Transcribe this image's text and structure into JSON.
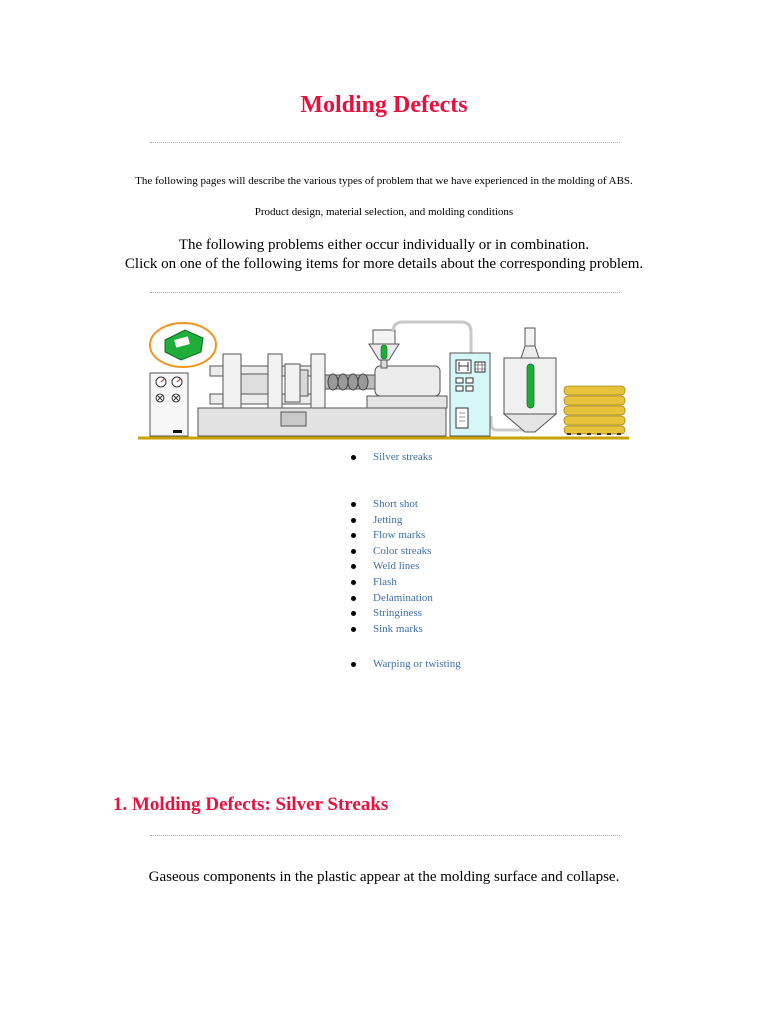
{
  "page": {
    "title": "Molding Defects",
    "intro": "The following pages will describe the various types of problem that we have experienced in the molding of ABS.",
    "subtitle": "Product design, material selection, and molding conditions",
    "lead_1": "The following problems either occur individually or in combination.",
    "lead_2": "Click on one of the following items for more details about the corresponding problem."
  },
  "colors": {
    "heading": "#e8103e",
    "link": "#3d6fa8",
    "machine_green": "#1fae3a",
    "machine_yellow": "#e7c23a"
  },
  "illustration": {
    "subject": "injection-molding-machine",
    "icons": [
      "molded-part-icon",
      "control-panel-icon",
      "mold-clamp-icon",
      "screw-barrel-icon",
      "hopper-icon",
      "control-cabinet-icon",
      "dryer-icon",
      "material-bags-icon"
    ]
  },
  "defects": {
    "group1": [
      "Silver streaks"
    ],
    "group2": [
      "Short shot",
      "Jetting",
      "Flow marks",
      "Color streaks",
      "Weld lines",
      "Flash",
      "Delamination",
      "Stringiness",
      "Sink marks"
    ],
    "group3": [
      "Warping or twisting"
    ]
  },
  "section1": {
    "title": "1. Molding Defects: Silver Streaks",
    "text": "Gaseous components in the plastic appear at the molding surface and collapse."
  }
}
